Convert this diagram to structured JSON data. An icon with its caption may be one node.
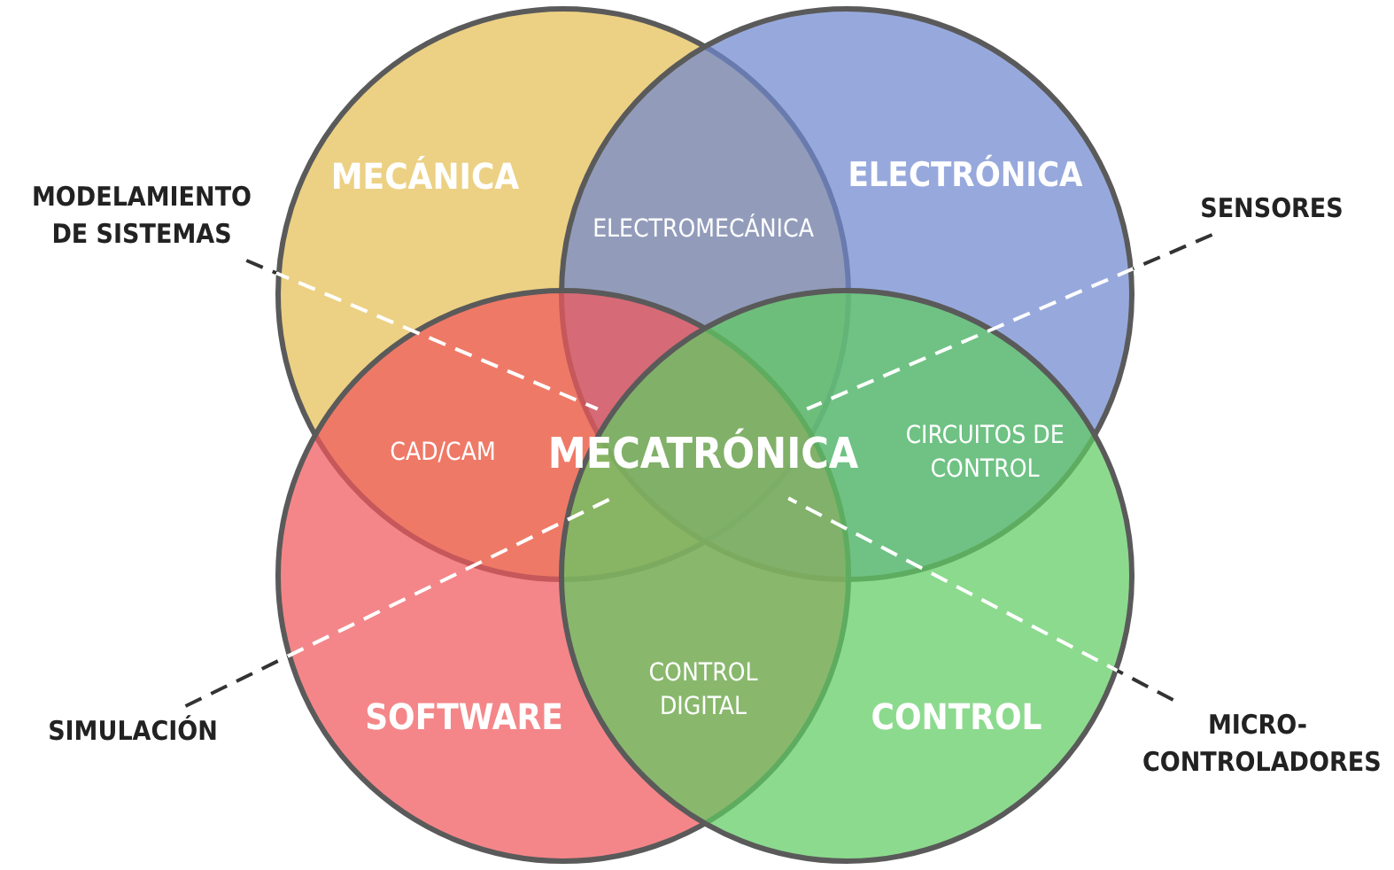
{
  "diagram": {
    "nodes": [
      {
        "text": [
          "MECÁNICA"
        ]
      },
      {
        "text": [
          "ELECTRÓNICA"
        ]
      },
      {
        "text": [
          "SOFTWARE"
        ]
      },
      {
        "text": [
          "CONTROL"
        ]
      },
      {
        "text": [
          "MECATRÓNICA"
        ]
      },
      {
        "text": [
          "MODELAMIENTO DE SISTEMAS"
        ]
      },
      {
        "text": [
          "SENSORES"
        ]
      },
      {
        "text": [
          "SIMULACIÓN"
        ]
      },
      {
        "text": [
          "MICRO-CONTROLADORES"
        ]
      }
    ],
    "edges": [
      {
        "from": 5,
        "to": 4,
        "arrow": "none",
        "style": "dashed"
      },
      {
        "from": 6,
        "to": 4,
        "arrow": "none",
        "style": "dashed"
      },
      {
        "from": 7,
        "to": 4,
        "arrow": "none",
        "style": "dashed"
      },
      {
        "from": 8,
        "to": 4,
        "arrow": "none",
        "style": "dashed"
      }
    ],
    "labels": [
      "ELECTROMECÁNICA",
      "CAD/CAM",
      "CIRCUITOS DE CONTROL",
      "CONTROL DIGITAL"
    ]
  }
}
